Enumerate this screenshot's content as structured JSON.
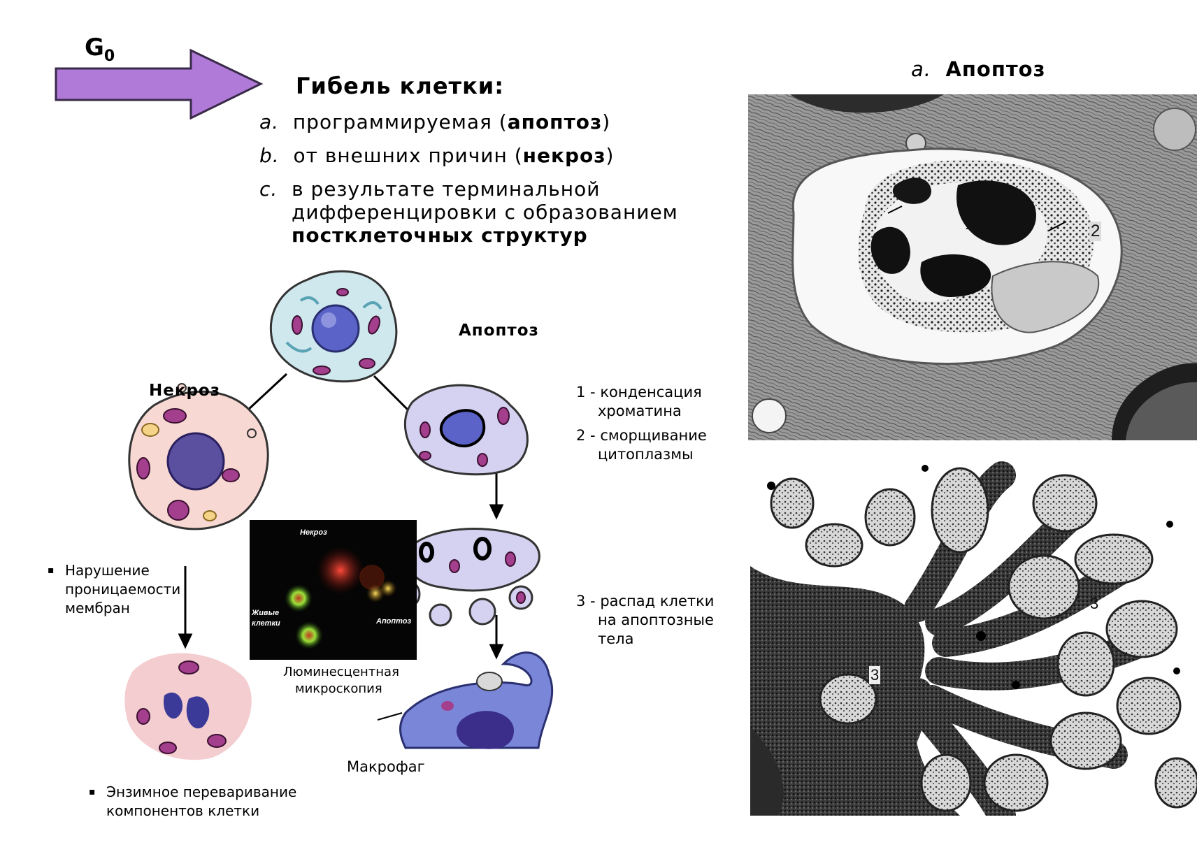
{
  "g0_label": "G",
  "g0_sub": "0",
  "heading": "Гибель клетки:",
  "items": [
    {
      "marker": "a.",
      "prefix": "программируемая (",
      "bold": "апоптоз",
      "suffix": ")"
    },
    {
      "marker": "b.",
      "prefix": "от внешних причин (",
      "bold": "некроз",
      "suffix": ")"
    },
    {
      "marker": "c.",
      "line1": "в результате терминальной",
      "line2": "дифференцировки с образованием",
      "bold": "постклеточных структур"
    }
  ],
  "right_title": {
    "marker": "a.",
    "text": "Апоптоз"
  },
  "diagram": {
    "necrosis_title": "Некроз",
    "apoptosis_title": "Апоптоз",
    "necrosis_note1": [
      "Нарушение",
      "проницаемости",
      "мембран"
    ],
    "necrosis_note2": [
      "Энзимное переваривание",
      "компонентов клетки"
    ],
    "apop_steps": [
      {
        "num": "1 -",
        "lines": [
          "конденсация",
          "хроматина"
        ]
      },
      {
        "num": "2 -",
        "lines": [
          "сморщивание",
          "цитоплазмы"
        ]
      },
      {
        "num": "3 -",
        "lines": [
          "распад клетки",
          "на апоптозные",
          "тела"
        ]
      }
    ],
    "macrophage": "Макрофаг",
    "fluor": {
      "necrosis": "Некроз",
      "live": [
        "Живые",
        "клетки"
      ],
      "apoptosis": "Апоптоз",
      "caption": [
        "Люминесцентная",
        "микроскопия"
      ]
    }
  },
  "em_labels": {
    "top": [
      "1",
      "2"
    ],
    "bottom": [
      "3",
      "3"
    ]
  },
  "colors": {
    "arrow": "#b07ad8",
    "cell_blue": "#cfe8ee",
    "nucleus": "#5b63c8",
    "organelle": "#a33f8d",
    "necrosis_pink": "#f8d8d2",
    "apop_purple": "#d4d2f0",
    "macrophage": "#7a86d8"
  }
}
